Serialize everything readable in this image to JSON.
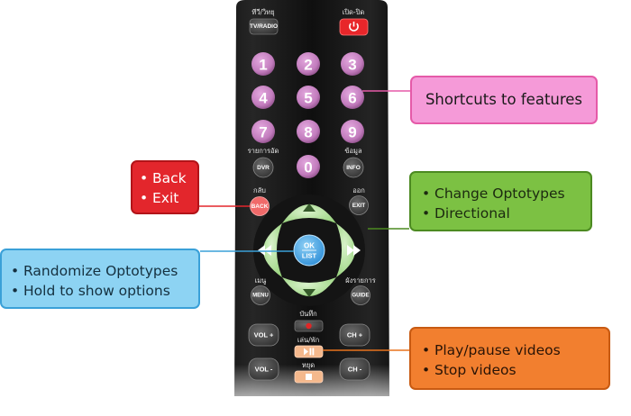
{
  "remote": {
    "top_left_label": "ทีวี/วิทยุ",
    "top_right_label": "เปิด-ปิด",
    "tvradio_button": "TV/RADIO",
    "digits": [
      "1",
      "2",
      "3",
      "4",
      "5",
      "6",
      "7",
      "8",
      "9",
      "0"
    ],
    "dvr_top_label": "รายการอัด",
    "dvr_button": "DVR",
    "info_top_label": "ข้อมูล",
    "info_button": "INFO",
    "back_top_label": "กลับ",
    "back_button": "BACK",
    "exit_top_label": "ออก",
    "exit_button": "EXIT",
    "ok_button_line1": "OK",
    "ok_button_line2": "LIST",
    "menu_top_label": "เมนู",
    "menu_button": "MENU",
    "guide_top_label": "ผังรายการ",
    "guide_button": "GUIDE",
    "record_top_label": "บันทึก",
    "play_top_label": "เล่น/พัก",
    "stop_top_label": "หยุด",
    "vol_up_button": "VOL +",
    "vol_down_button": "VOL -",
    "ch_up_button": "CH +",
    "ch_down_button": "CH -",
    "power_color": "#e8262a",
    "digit_color": "#c782c2"
  },
  "callouts": {
    "shortcuts": {
      "text": "Shortcuts to features",
      "color": "#f59ad8"
    },
    "back": {
      "items": [
        "Back",
        "Exit"
      ],
      "color": "#e3262c"
    },
    "change": {
      "items": [
        "Change Optotypes",
        "Directional"
      ],
      "color": "#7cc143"
    },
    "random": {
      "items": [
        "Randomize Optotypes",
        "Hold to show options"
      ],
      "color": "#8dd3f3"
    },
    "play": {
      "items": [
        "Play/pause videos",
        "Stop videos"
      ],
      "color": "#f27f2f"
    }
  }
}
